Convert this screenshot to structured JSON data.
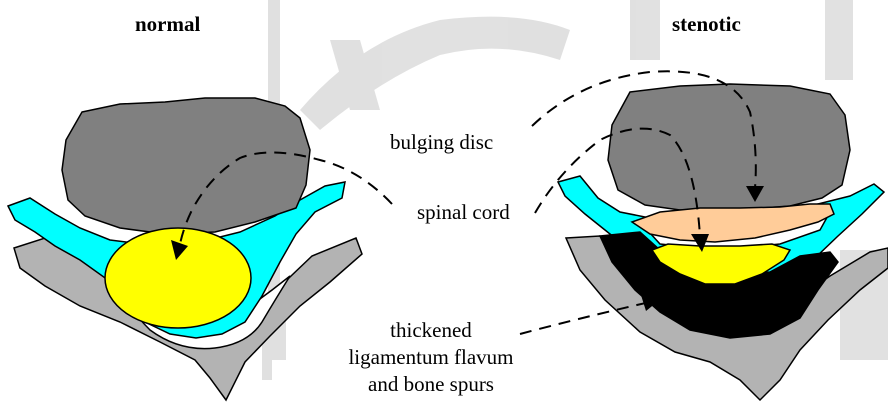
{
  "titles": {
    "normal": "normal",
    "stenotic": "stenotic"
  },
  "labels": {
    "bulging_disc": "bulging disc",
    "spinal_cord": "spinal cord",
    "ligament_line1": "thickened",
    "ligament_line2": "ligamentum flavum",
    "ligament_line3": "and bone spurs"
  },
  "colors": {
    "bone_gray": "#b3b3b3",
    "disc_dark_gray": "#808080",
    "csf_cyan": "#00ffff",
    "cord_yellow": "#ffff00",
    "bulge_peach": "#ffcc99",
    "ligament_black": "#000000",
    "watermark_gray": "#c8c8c8"
  }
}
